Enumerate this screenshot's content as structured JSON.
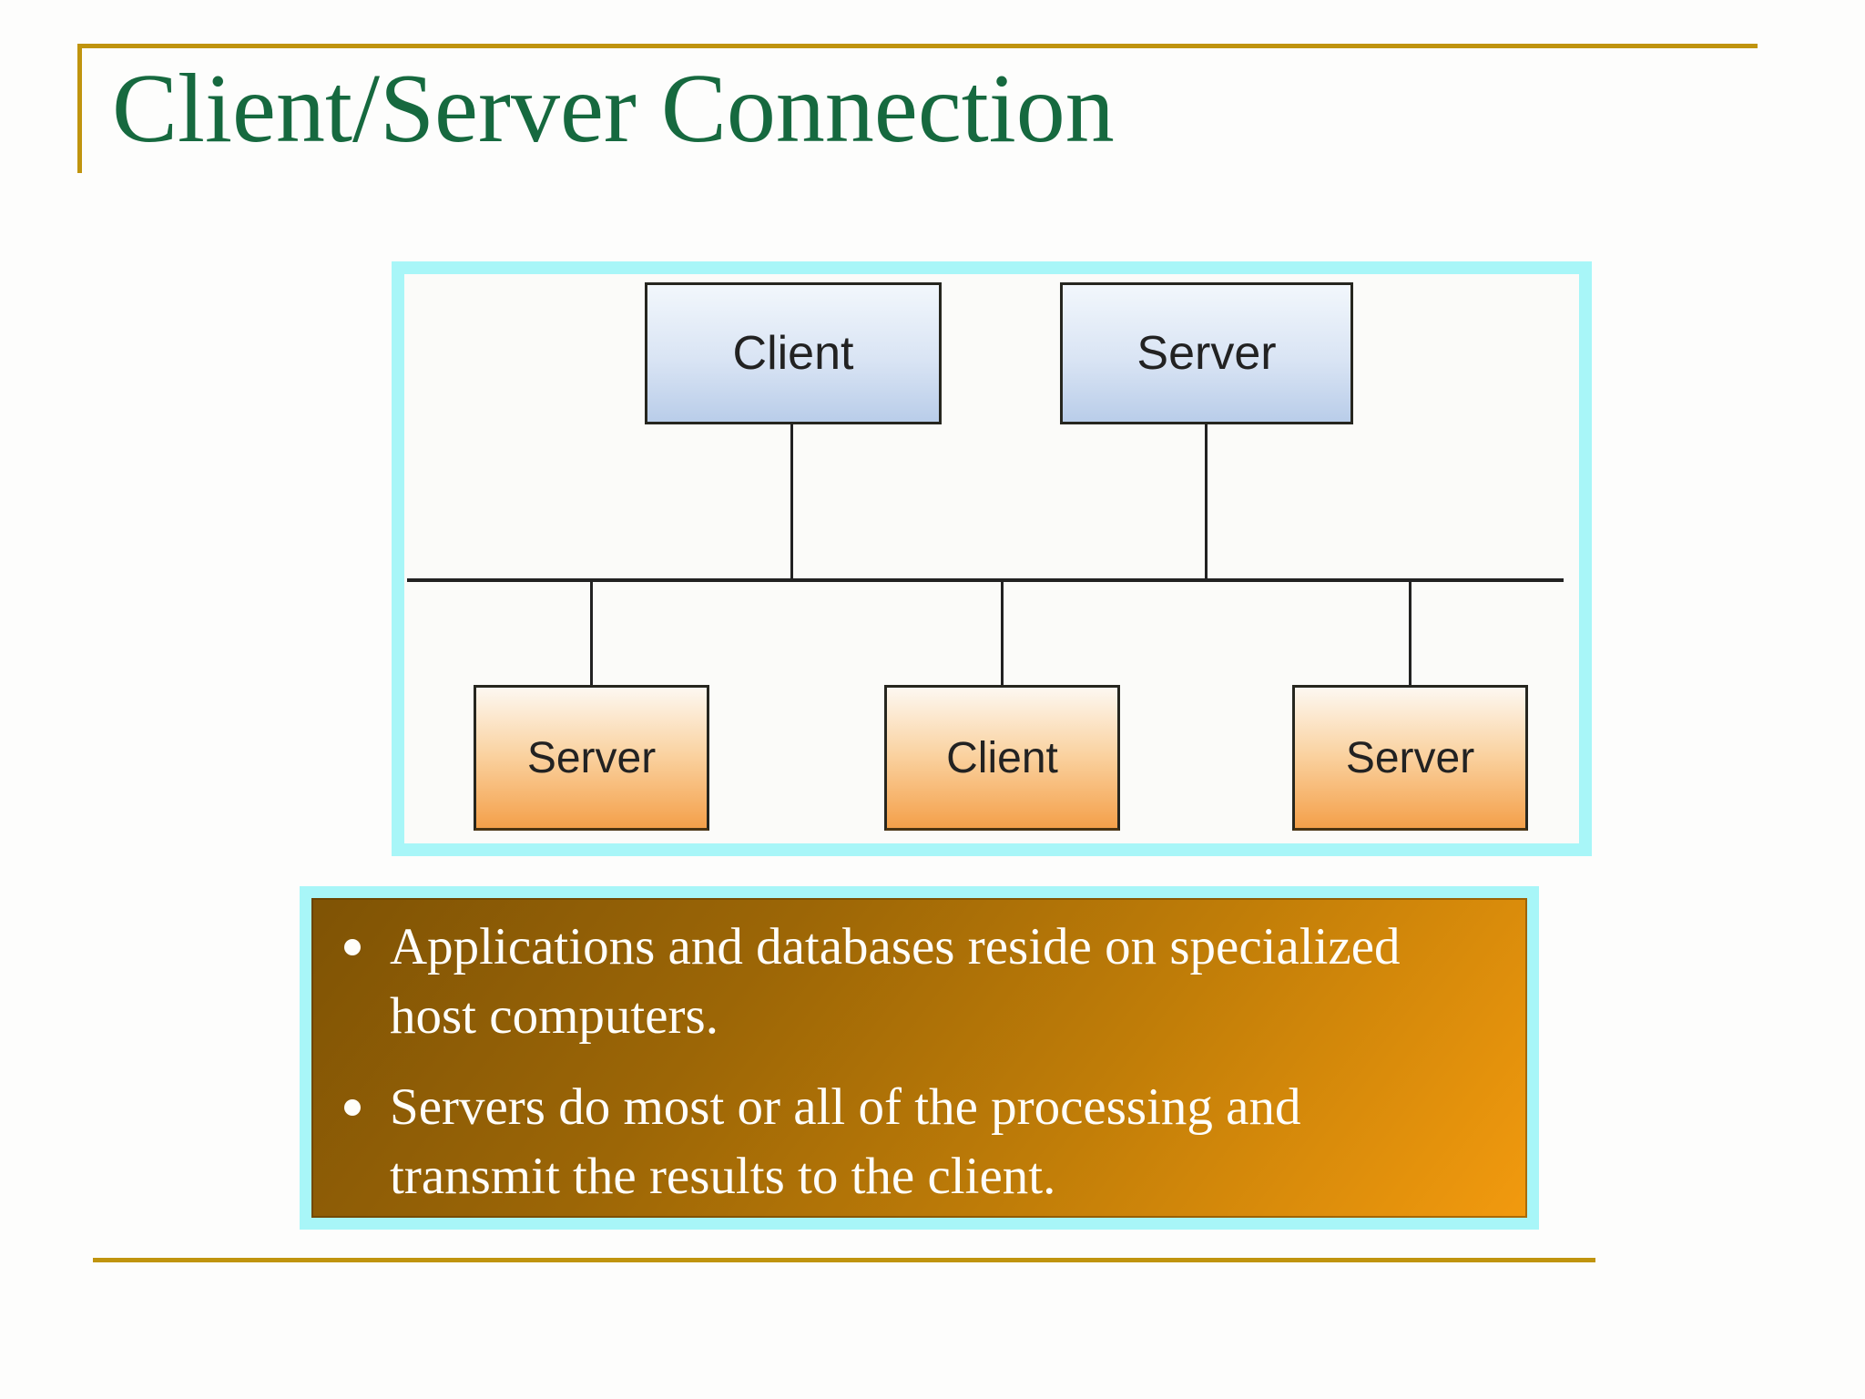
{
  "slide": {
    "title": "Client/Server Connection"
  },
  "diagram": {
    "top_row": [
      {
        "label": "Client"
      },
      {
        "label": "Server"
      }
    ],
    "bottom_row": [
      {
        "label": "Server"
      },
      {
        "label": "Client"
      },
      {
        "label": "Server"
      }
    ]
  },
  "notes": {
    "items": [
      {
        "lines": [
          "Applications and databases reside on specialized",
          "host computers."
        ]
      },
      {
        "lines": [
          "Servers do most or all of the processing and",
          "transmit the results to the client."
        ]
      }
    ]
  },
  "colors": {
    "gold": "#c0940e",
    "title_green": "#16693f",
    "cyan_border": "#a8f6f8",
    "line_black": "#222222",
    "node_blue_light": "#f2f7fc",
    "node_blue_dark": "#b9cde9",
    "node_orange_light": "#fdf8f1",
    "node_orange_dark": "#f4a04a",
    "notes_brown_dark": "#7f5305",
    "notes_orange_bright": "#f29a0e",
    "notes_text": "#fffefa"
  }
}
